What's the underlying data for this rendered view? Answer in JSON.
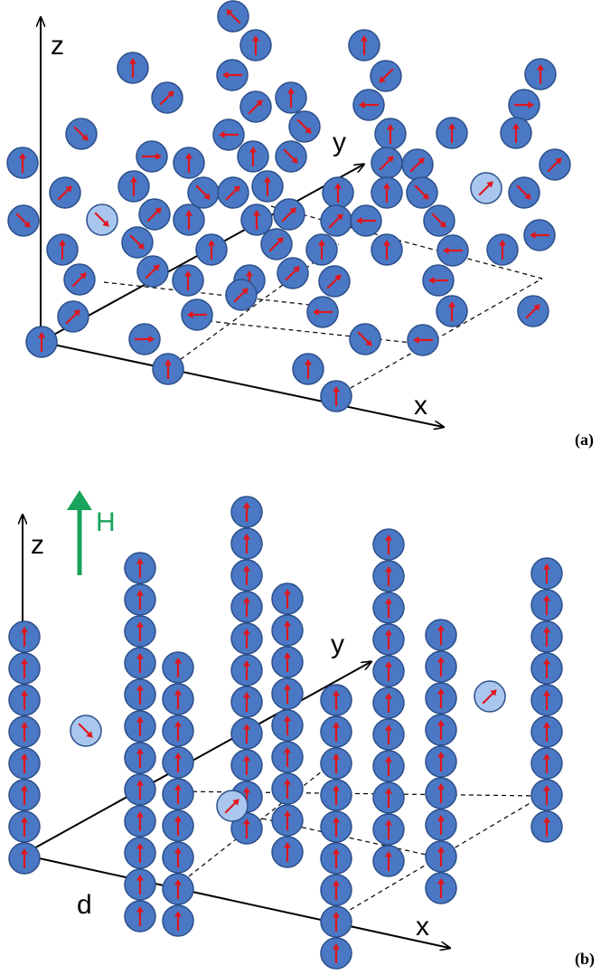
{
  "panel_a": {
    "label": "(a)",
    "axes": {
      "x": "x",
      "y": "y",
      "z": "z"
    }
  },
  "panel_b": {
    "label": "(b)",
    "axes": {
      "x": "x",
      "y": "y",
      "z": "z"
    },
    "field_label": "H",
    "spacing_label": "d"
  },
  "colors": {
    "particle_fill": "#4a78c4",
    "particle_light_fill": "#a9c7ee",
    "particle_stroke": "#2c4f8a",
    "moment_arrow": "#e0161c",
    "field_arrow": "#1aa35a",
    "axis": "#000000"
  },
  "icons": {
    "particle": "magnetic-particle-icon",
    "moment": "red-arrow-icon",
    "field": "green-arrow-icon"
  }
}
